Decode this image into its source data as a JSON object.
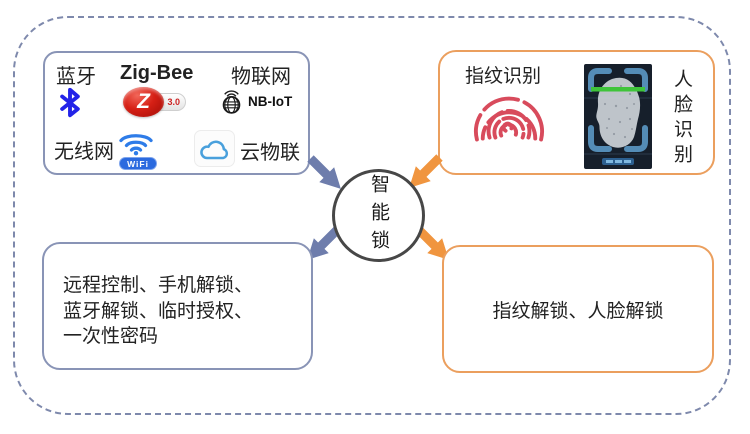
{
  "center": {
    "label": "智能锁"
  },
  "connectivity": {
    "bluetooth_label": "蓝牙",
    "zigbee_label": "Zig-Bee",
    "zigbee_letter": "Z",
    "zigbee_version": "3.0",
    "iot_label": "物联网",
    "nbiot_text": "NB-IoT",
    "wlan_label": "无线网",
    "wifi_badge": "WiFi",
    "cloud_label": "云物联"
  },
  "biometric": {
    "fingerprint_label": "指纹识别",
    "face_label": "人脸识别"
  },
  "remote_unlock": {
    "line1": "远程控制、手机解锁、",
    "line2": "蓝牙解锁、临时授权、",
    "line3": "一次性密码"
  },
  "biometric_unlock": {
    "text": "指纹解锁、人脸解锁"
  },
  "colors": {
    "blue_box_border": "#8994b6",
    "orange_box_border": "#eb9f5e",
    "blue_arrow": "#6e7dac",
    "orange_arrow": "#f0953f",
    "outer_dashed_border": "#7e89ac",
    "circle_border": "#474747",
    "bluetooth_blue": "#2323e8",
    "zigbee_red": "#d62015",
    "wifi_blue": "#2e7ce8",
    "cloud_blue": "#49a0dc",
    "fingerprint_red": "#d84b5c",
    "scanline_green": "#3fc43a",
    "face_scan_background": "#161f2b"
  },
  "icons": {
    "bluetooth": "bluetooth-icon",
    "zigbee": "zigbee-logo-icon",
    "nbiot": "nbiot-globe-icon",
    "wifi": "wifi-icon",
    "cloud": "cloud-icon",
    "fingerprint": "fingerprint-icon",
    "face_scan": "face-scan-image",
    "arrow": "block-arrow"
  }
}
